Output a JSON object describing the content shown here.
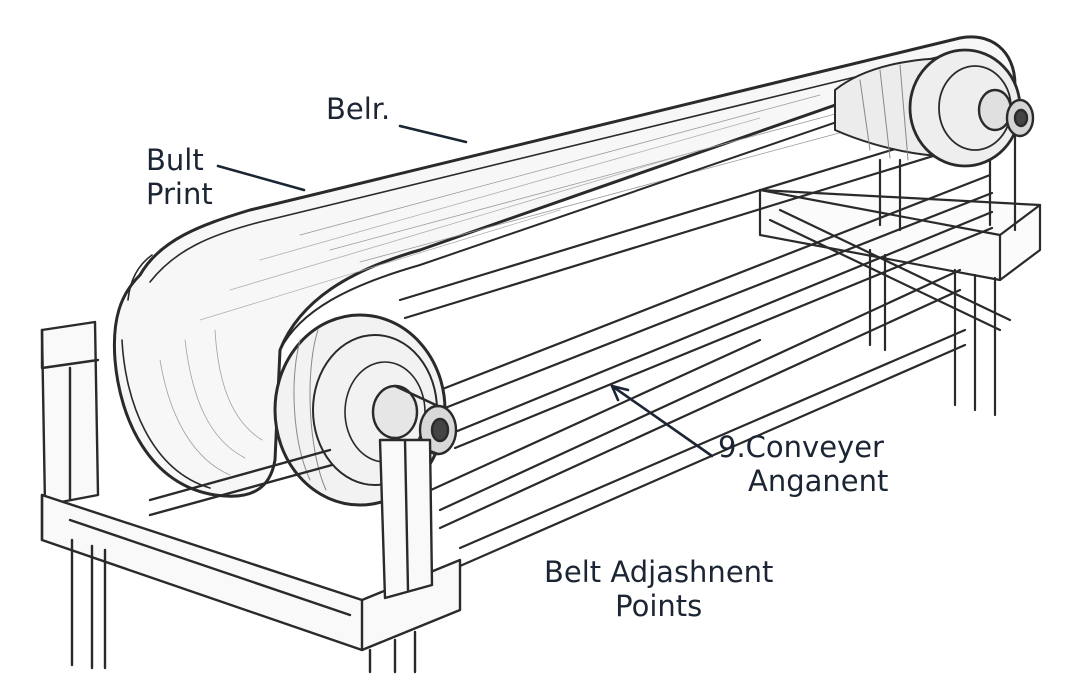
{
  "labels": {
    "belt": "Belr.",
    "belt_print": [
      "Bult",
      "Print"
    ],
    "conveyor_arrangement": [
      "9.Conveyer",
      "Anganent"
    ],
    "belt_adjustment": [
      "Belt Adjashnent",
      "Points"
    ]
  },
  "colors": {
    "ink": "#1c2533",
    "stroke": "#2a2a2a",
    "background": "#ffffff"
  }
}
